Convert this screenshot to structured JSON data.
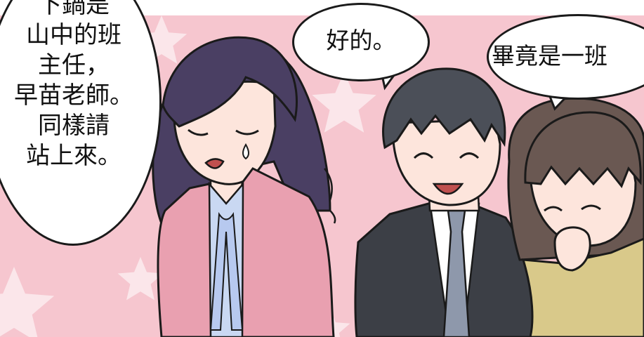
{
  "scene": {
    "colors": {
      "background": "#f6c6cf",
      "star": "#fbe6ea",
      "outline": "#1a1a1a",
      "teacher_hair": "#4a3f63",
      "teacher_jacket": "#e9a0b0",
      "teacher_blouse": "#c9d8f2",
      "man_hair": "#4b4f58",
      "man_suit": "#3c3f46",
      "man_tie": "#8e98ab",
      "girl_hair": "#6a5852",
      "girl_jacket": "#d9c98a",
      "skin": "#fde5dc"
    }
  },
  "bubbles": {
    "left": {
      "text": "下鍋是\n山中的班\n主任，\n早苗老師。\n同樣請\n站上來。"
    },
    "middle": {
      "text": "好的。"
    },
    "right": {
      "text": "畢竟是一班"
    }
  }
}
